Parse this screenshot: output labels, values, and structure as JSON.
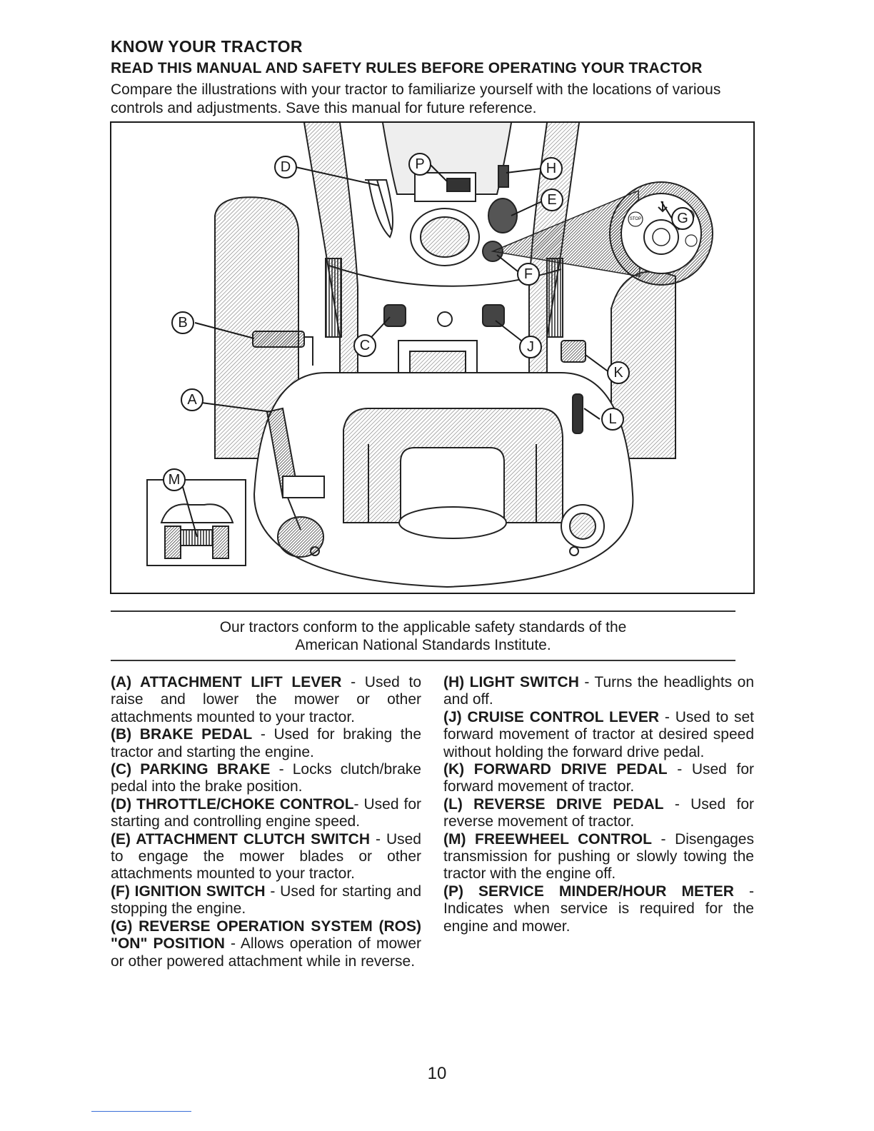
{
  "heading": "KNOW YOUR TRACTOR",
  "subheading": "READ THIS MANUAL AND SAFETY RULES BEFORE OPERATING YOUR TRACTOR",
  "intro": "Compare the illustrations with your tractor to familiarize yourself with the locations of various controls and adjustments. Save this manual for future reference.",
  "figure": {
    "callouts": [
      "D",
      "P",
      "H",
      "E",
      "G",
      "F",
      "B",
      "C",
      "J",
      "K",
      "A",
      "L",
      "M"
    ],
    "ignition_dial": {
      "stop_label": "STOP"
    }
  },
  "conformance": {
    "line1": "Our tractors conform to the applicable safety standards of the",
    "line2": "American National Standards Institute."
  },
  "left_column": [
    {
      "title": "(A) ATTACHMENT LIFT LEVER",
      "text": " - Used to raise and lower the mower or other attachments mounted to your tractor."
    },
    {
      "title": "(B) BRAKE PEDAL",
      "text": " - Used for braking the tractor and starting the engine."
    },
    {
      "title": "(C) PARKING BRAKE",
      "text": " - Locks clutch/brake pedal into the brake position."
    },
    {
      "title": "(D) THROTTLE/CHOKE CONTROL",
      "text": "- Used for starting and controlling engine speed."
    },
    {
      "title": "(E) ATTACHMENT CLUTCH SWITCH",
      "text": " - Used to engage the mower blades or other attachments mounted to your tractor."
    },
    {
      "title": "(F) IGNITION SWITCH",
      "text": " - Used for starting and stopping the engine."
    },
    {
      "title": "(G) REVERSE OPERATION SYSTEM (ROS) \"ON\" POSITION",
      "text": " - Allows operation of mower or other powered attachment while in reverse."
    }
  ],
  "right_column": [
    {
      "title": "(H) LIGHT SWITCH",
      "text": " - Turns the headlights on and off."
    },
    {
      "title": "(J) CRUISE CONTROL LEVER",
      "text": " - Used to set forward movement of tractor at desired speed without holding the forward drive pedal."
    },
    {
      "title": "(K) FORWARD DRIVE PEDAL",
      "text": " - Used for forward movement of tractor."
    },
    {
      "title": "(L) REVERSE DRIVE PEDAL",
      "text": " - Used for reverse movement of tractor."
    },
    {
      "title": "(M) FREEWHEEL CONTROL",
      "text": " - Disengages transmission for pushing or slowly towing the tractor with the engine off."
    },
    {
      "title": "(P) SERVICE MINDER/HOUR METER",
      "text": " - Indicates when service is required for the engine and mower."
    }
  ],
  "page_number": "10"
}
